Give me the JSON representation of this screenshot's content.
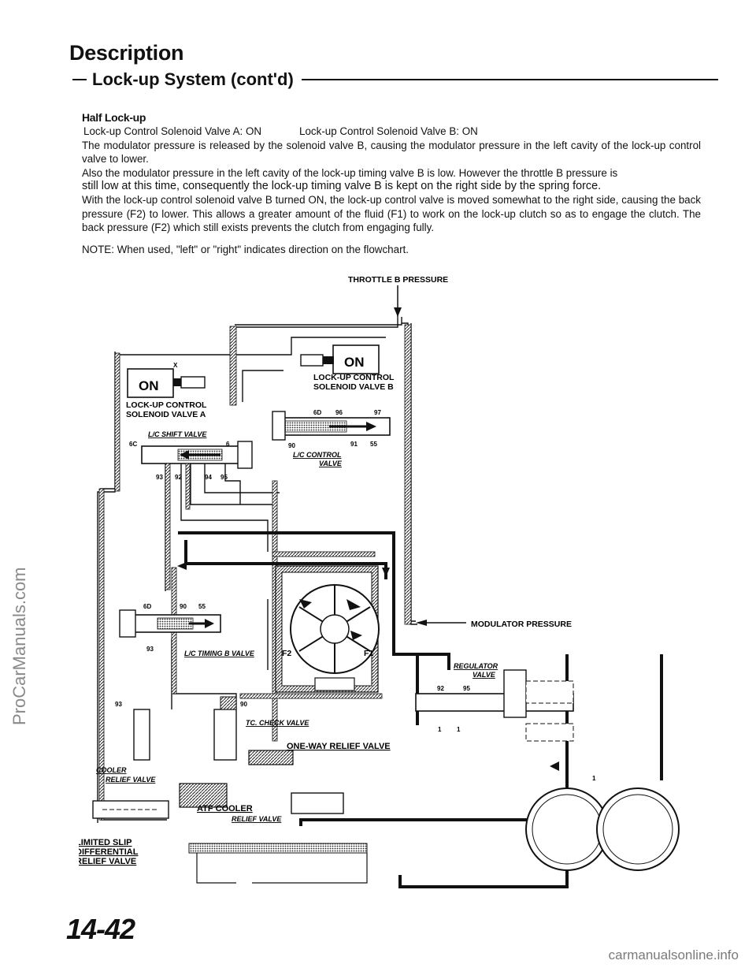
{
  "watermark_side": "ProCarManuals.com",
  "watermark_footer": "carmanualsonline.info",
  "heading": "Description",
  "section_title": "Lock-up System (cont'd)",
  "subheading": "Half Lock-up",
  "solenoid_status": {
    "a": "Lock-up Control Solenoid Valve A: ON",
    "b": "Lock-up Control Solenoid Valve B: ON"
  },
  "paragraphs": [
    "The modulator pressure is released by the solenoid valve B, causing the modulator pressure in the left cavity of the lock-up control valve to lower.",
    "Also the modulator pressure in the left cavity of the lock-up timing valve B is low. However the throttle B pressure is",
    "still low at this time, consequently the lock-up timing valve B is kept on the right side by the spring force.",
    "With the lock-up control solenoid valve B turned ON, the lock-up control valve is moved somewhat to the right side, causing the back pressure (F2) to lower. This allows a greater amount of the fluid (F1) to work on the lock-up clutch so as to engage the clutch. The back pressure (F2) which still exists prevents the clutch from engaging fully."
  ],
  "note": "NOTE: When used, \"left\" or \"right\" indicates direction on the flowchart.",
  "diagram": {
    "throttle_b_pressure": "THROTTLE B PRESSURE",
    "modulator_pressure": "MODULATOR PRESSURE",
    "solenoid_a_state": "ON",
    "solenoid_a_label_1": "LOCK-UP CONTROL",
    "solenoid_a_label_2": "SOLENOID VALVE A",
    "solenoid_b_state": "ON",
    "solenoid_b_label_1": "LOCK-UP CONTROL",
    "solenoid_b_label_2": "SOLENOID VALVE B",
    "lc_shift_valve": "L/C SHIFT VALVE",
    "lc_control_valve_1": "L/C CONTROL",
    "lc_control_valve_2": "VALVE",
    "lc_timing_b_valve": "L/C TIMING B VALVE",
    "tc_check_valve": "TC. CHECK VALVE",
    "one_way_relief_valve": "ONE-WAY RELIEF VALVE",
    "regulator_valve_1": "REGULATOR",
    "regulator_valve_2": "VALVE",
    "cooler_relief_valve_1": "COOLER",
    "cooler_relief_valve_2": "RELIEF VALVE",
    "atf_cooler": "ATF COOLER",
    "relief_valve": "RELIEF VALVE",
    "lsd_relief_1": "LIMITED SLIP",
    "lsd_relief_2": "DIFFERENTIAL",
    "lsd_relief_3": "RELIEF VALVE",
    "f1": "F1",
    "f2": "F2",
    "x": "X",
    "ports": [
      "6C",
      "6",
      "6D",
      "96",
      "97",
      "90",
      "91",
      "55",
      "93",
      "92",
      "94",
      "95",
      "1"
    ]
  },
  "page_number": "14-42"
}
